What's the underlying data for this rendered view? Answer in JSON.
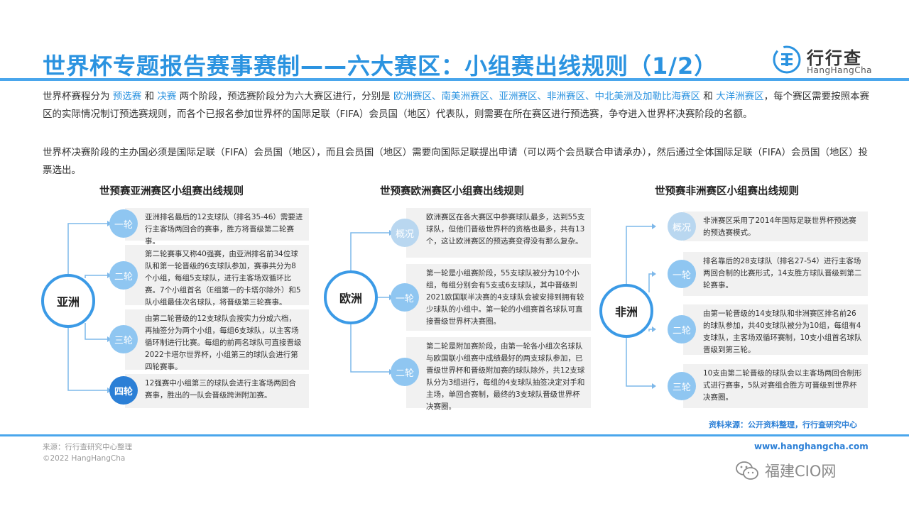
{
  "header": {
    "title": "世界杯专题报告赛事赛制——六大赛区：小组赛出线规则（1/2）",
    "logo_cn": "行行查",
    "logo_en": "HangHangCha",
    "accent_color": "#2b93e0"
  },
  "intro": {
    "p1_s1": "世界杯赛程分为 ",
    "p1_h1": "预选赛",
    "p1_s2": " 和 ",
    "p1_h2": "决赛",
    "p1_s3": " 两个阶段，预选赛阶段分为六大赛区进行，分别是 ",
    "p1_h3": "欧洲赛区、南美洲赛区、亚洲赛区、非洲赛区、中北美洲及加勒比海赛区",
    "p1_s4": " 和 ",
    "p1_h4": "大洋洲赛区",
    "p1_s5": "，每个赛区需要按照本赛区的实际情况制订预选赛规则，而各个已报名参加世界杯的国际足联（FIFA）会员国（地区）代表队，则需要在所在赛区进行预选赛，争夺进入世界杯决赛阶段的名额。",
    "p2": "世界杯决赛阶段的主办国必须是国际足联（FIFA）会员国（地区），而且会员国（地区）需要向国际足联提出申请（可以两个会员联合申请承办），然后通过全体国际足联（FIFA）会员国（地区）投票选出。"
  },
  "panels": {
    "asia": {
      "title": "世预赛亚洲赛区小组赛出线规则",
      "region": "亚洲",
      "rounds": [
        {
          "badge": "一轮",
          "text": "亚洲排名最后的12支球队（排名35-46）需要进行主客场两回合的赛事，胜方将晋级第二轮赛事。"
        },
        {
          "badge": "二轮",
          "text": "第二轮赛事又称40强赛，由亚洲排名前34位球队和第一轮晋级的6支球队参加，赛事共分为8个小组，每组5支球队，进行主客场双循环比赛。7个小组首名（E组第一的卡塔尔除外）和5队小组最佳次名球队，将晋级第三轮赛事。"
        },
        {
          "badge": "三轮",
          "text": "由第二轮晋级的12支球队会按实力分成六档，再抽签分为两个小组，每组6支球队，以主客场循环制进行比赛。每组的前两名球队可直接晋级2022卡塔尔世界杯，小组第三的球队会进行第四轮赛事。"
        },
        {
          "badge": "四轮",
          "text": "12强赛中小组第三的球队会进行主客场两回合赛事，胜出的一队会晋级跨洲附加赛。"
        }
      ]
    },
    "europe": {
      "title": "世预赛欧洲赛区小组赛出线规则",
      "region": "欧洲",
      "rounds": [
        {
          "badge": "概况",
          "text": "欧洲赛区在各大赛区中参赛球队最多，达到55支球队，但他们晋级世界杯的资格也最多，共有13个，这让欧洲赛区的预选赛变得没有那么复杂。"
        },
        {
          "badge": "一轮",
          "text": "第一轮是小组赛阶段，55支球队被分为10个小组，每组分别会有5支或6支球队，其中晋级到2021欧国联半决赛的4支球队会被安排到拥有较少球队的小组中。第一轮的小组赛首名球队可直接晋级世界杯决赛圈。"
        },
        {
          "badge": "二轮",
          "text": "第二轮是附加赛阶段，由第一轮各小组次名球队与欧国联小组赛中成绩最好的两支球队参加，已晋级世界杯和晋级附加赛的球队除外，共12支球队分为3组进行，每组的4支球队抽签决定对手和主场，单回合赛制，最终的3支球队晋级世界杯决赛圈。"
        }
      ]
    },
    "africa": {
      "title": "世预赛非洲赛区小组赛出线规则",
      "region": "非洲",
      "rounds": [
        {
          "badge": "概况",
          "text": "非洲赛区采用了2014年国际足联世界杯预选赛的预选赛模式。"
        },
        {
          "badge": "一轮",
          "text": "排名靠后的28支球队（排名27-54）进行主客场两回合制的比赛形式，14支胜方球队晋级到第二轮赛事。"
        },
        {
          "badge": "二轮",
          "text": "由第一轮晋级的14支球队和非洲赛区排名前26的球队参加，共40支球队被分为10组，每组有4支球队，主客场双循环赛制，10支小组首名球队晋级到第三轮。"
        },
        {
          "badge": "三轮",
          "text": "10支由第二轮晋级的球队会以主客场两回合制形式进行赛事，5队对赛组合胜方可晋级到世界杯决赛圈。"
        }
      ]
    }
  },
  "source_note": "资料来源：公开资料整理，行行查研究中心",
  "footer": {
    "source": "来源：行行查研究中心整理",
    "copyright": "©2022 HangHangCha",
    "url": "www.hanghangcha.com",
    "watermark": "福建CIO网"
  }
}
